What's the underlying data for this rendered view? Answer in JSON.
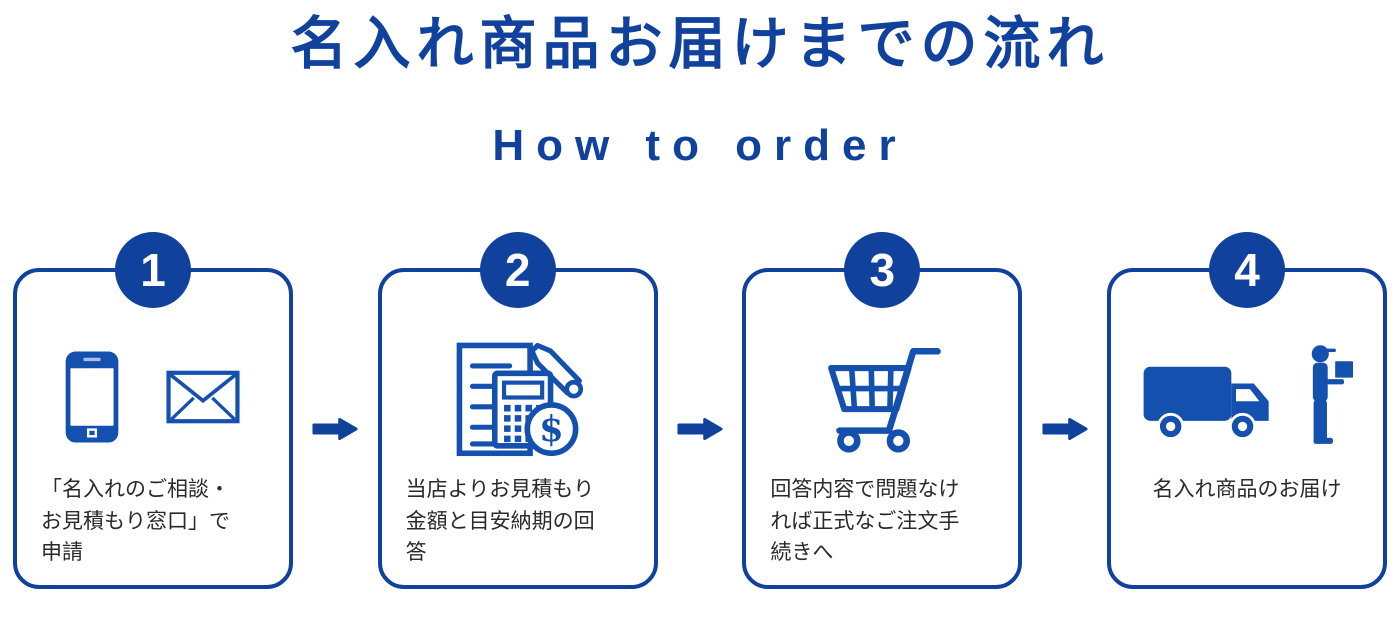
{
  "title": "名入れ商品お届けまでの流れ",
  "subtitle": "How to order",
  "colors": {
    "primary": "#0f419d",
    "icon_blue": "#1451af",
    "caption_text": "#2a2a2a",
    "badge_text": "#ffffff",
    "background": "#ffffff"
  },
  "coin_symbol": "$",
  "steps": [
    {
      "number": "1",
      "icons": [
        "smartphone-icon",
        "envelope-icon"
      ],
      "caption": "「名入れのご相談・\nお見積もり窓口」で\n申請"
    },
    {
      "number": "2",
      "icons": [
        "estimate-calculator-icon"
      ],
      "caption": "当店よりお見積もり\n金額と目安納期の回\n答"
    },
    {
      "number": "3",
      "icons": [
        "shopping-cart-icon"
      ],
      "caption": "回答内容で問題なけ\nれば正式なご注文手\n続きへ"
    },
    {
      "number": "4",
      "icons": [
        "delivery-truck-icon",
        "delivery-person-icon"
      ],
      "caption": "名入れ商品のお届け"
    }
  ]
}
